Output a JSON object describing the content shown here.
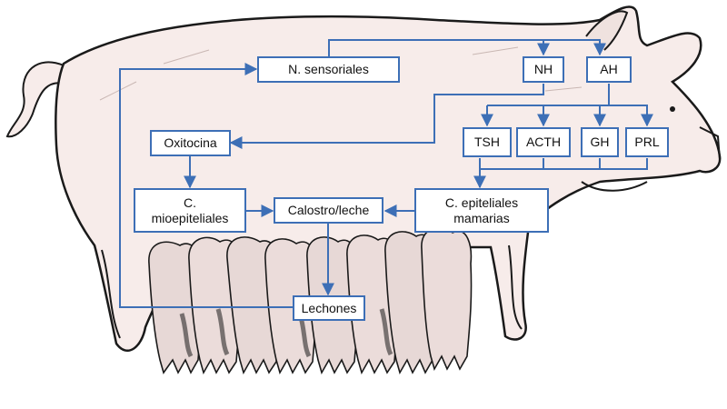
{
  "colors": {
    "box_border": "#3d6fb6",
    "arrow": "#3d6fb6",
    "pig_fill": "#f7ecea",
    "pig_outline": "#1a1a1a"
  },
  "nodes": {
    "sensoriales": "N. sensoriales",
    "nh": "NH",
    "ah": "AH",
    "oxitocina": "Oxitocina",
    "tsh": "TSH",
    "acth": "ACTH",
    "gh": "GH",
    "prl": "PRL",
    "mioepiteliales": "C.\nmioepiteliales",
    "calostro": "Calostro/leche",
    "epiteliales": "C. epiteliales\nmamarias",
    "lechones": "Lechones"
  }
}
